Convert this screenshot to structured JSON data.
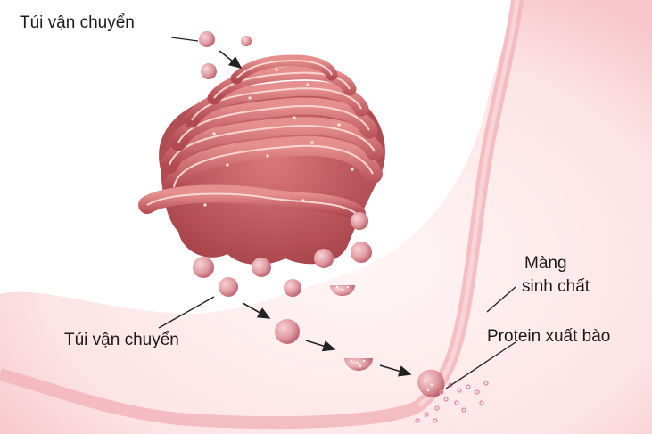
{
  "labels": {
    "vesicle_top": "Túi vận chuyển",
    "vesicle_bottom": "Túi vận chuyển",
    "membrane_line1": "Màng",
    "membrane_line2": "sinh chất",
    "secreted_protein": "Protein xuất bào"
  },
  "colors": {
    "cytoplasm": "#fbe0e2",
    "membrane": "#f0b7bd",
    "golgi_fill": "#c9575c",
    "golgi_dark": "#a63f46",
    "golgi_highlight": "#f6d2cf",
    "vesicle": "#e29aa0",
    "arrow": "#222222"
  }
}
